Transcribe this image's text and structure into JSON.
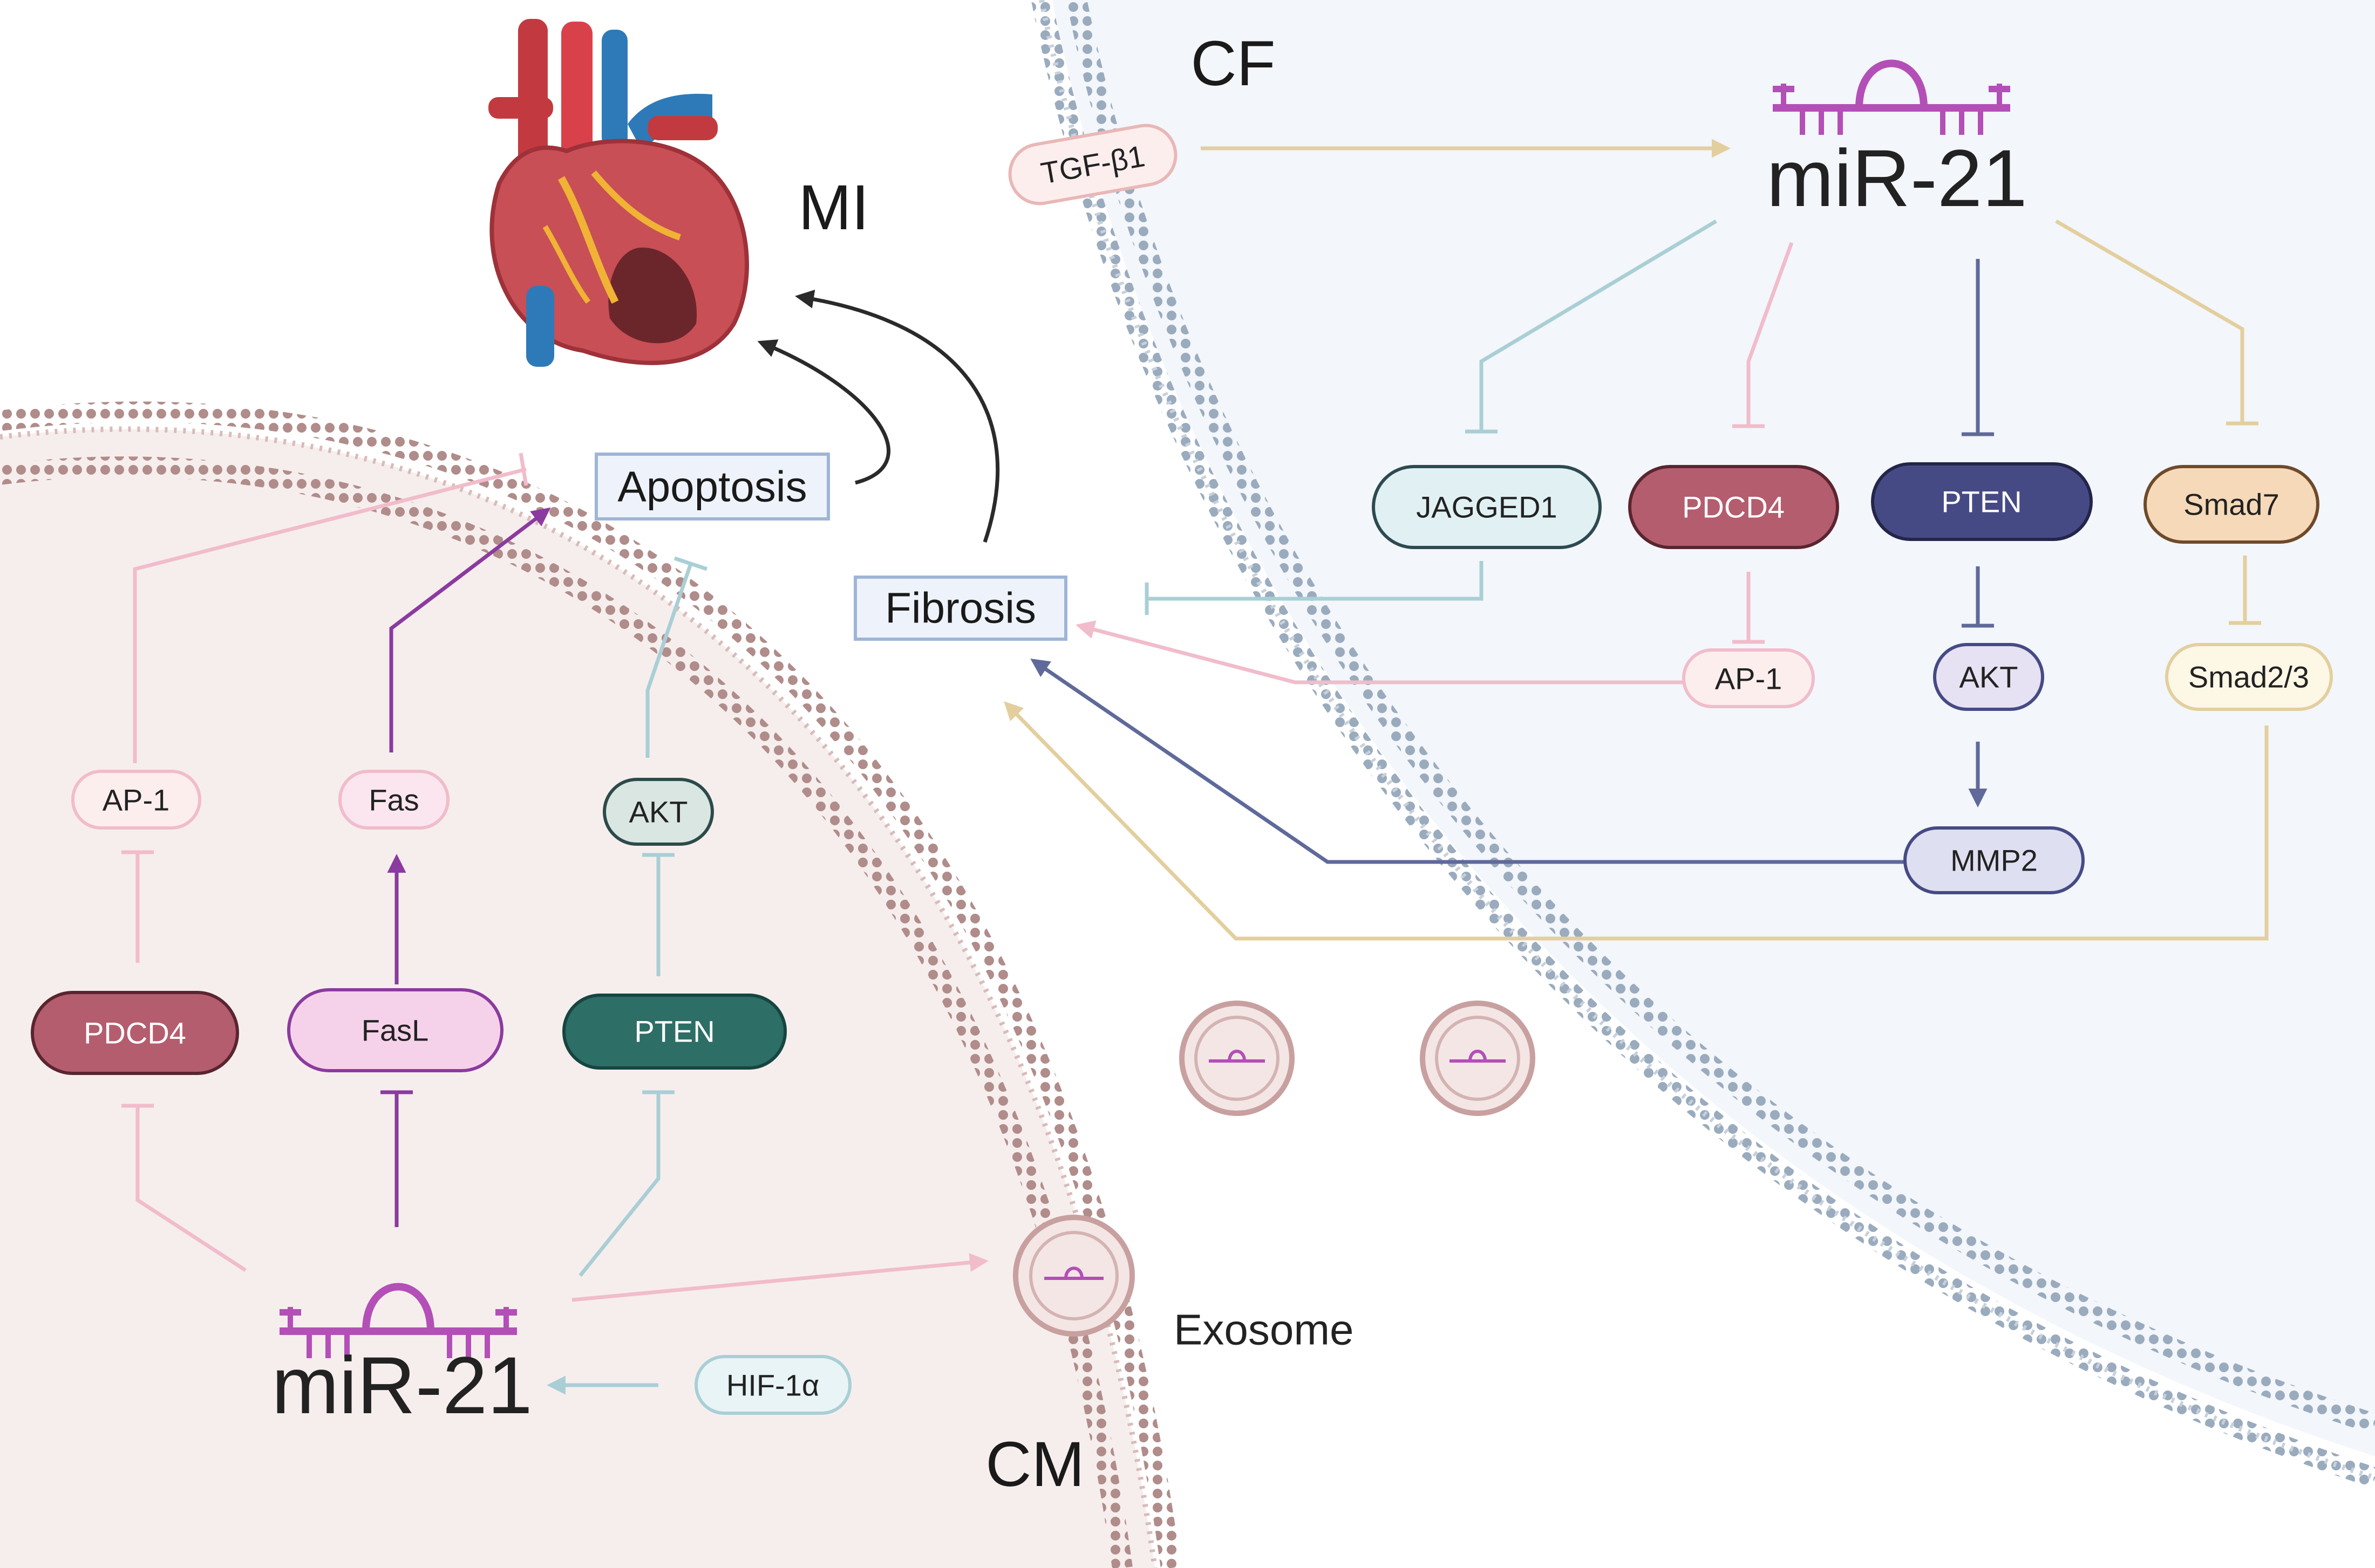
{
  "labels": {
    "mi": "MI",
    "cf": "CF",
    "cm": "CM",
    "exosome": "Exosome",
    "mir21_cf": "miR-21",
    "mir21_cm": "miR-21",
    "apoptosis": "Apoptosis",
    "fibrosis": "Fibrosis"
  },
  "cf_nodes": {
    "tgfb1": "TGF-β1",
    "jagged1": "JAGGED1",
    "pdcd4": "PDCD4",
    "pten": "PTEN",
    "smad7": "Smad7",
    "ap1": "AP-1",
    "akt": "AKT",
    "smad23": "Smad2/3",
    "mmp2": "MMP2"
  },
  "cm_nodes": {
    "ap1": "AP-1",
    "fas": "Fas",
    "akt": "AKT",
    "pdcd4": "PDCD4",
    "fasl": "FasL",
    "pten": "PTEN",
    "hif1a": "HIF-1α"
  },
  "colors": {
    "cf_background": "#f3f6fa",
    "cm_background": "#f6eeed",
    "cf_membrane": "#9aabbe",
    "cm_membrane": "#b08c8a",
    "teal_light": "#a9cfd5",
    "pink_light": "#f1bccb",
    "navy": "#4f5b8e",
    "gold": "#e3cf9e",
    "purple": "#8b3a9f",
    "pdcd4_fill": "#b45d6e",
    "pten_cf_fill": "#464a84",
    "pten_cm_fill": "#2d6e66",
    "smad7_fill": "#f6d9b9",
    "mir_magenta": "#b34fb7"
  },
  "icons": [
    "heart-icon",
    "mirna-hairpin-icon",
    "exosome-icon",
    "membrane-bilayer"
  ]
}
